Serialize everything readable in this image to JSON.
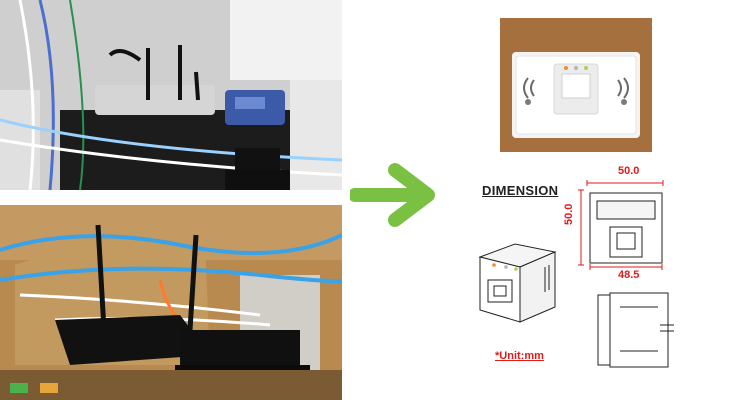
{
  "diagram": {
    "title": "DIMENSION",
    "unit_note": "*Unit:mm",
    "dimensions": {
      "width_top": "50.0",
      "height_left": "50.0",
      "width_bottom": "48.5"
    }
  },
  "colors": {
    "arrow": "#7ac143",
    "dimension_text": "#e11a1a",
    "title_text": "#222222"
  }
}
